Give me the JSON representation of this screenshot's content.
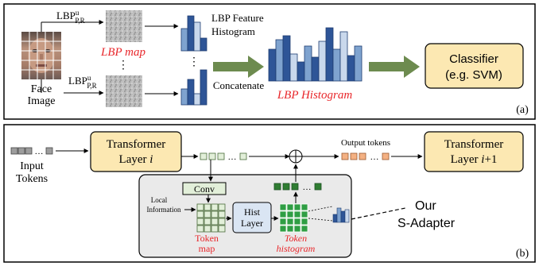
{
  "panel_a": {
    "lbp_op_top": "LBP",
    "lbp_op_top_sup": "u",
    "lbp_op_top_sub": "P,R",
    "lbp_op_bottom": "LBP",
    "lbp_op_bottom_sup": "u",
    "lbp_op_bottom_sub": "P,R",
    "lbp_map_label": "LBP map",
    "dots": "⋮",
    "hist_dots": "⋮",
    "feature_hist_line1": "LBP Feature",
    "feature_hist_line2": "Histogram",
    "face_label_line1": "Face",
    "face_label_line2": "Image",
    "concatenate_label": "Concatenate",
    "lbp_histogram_label": "LBP Histogram",
    "classifier_line1": "Classifier",
    "classifier_line2": "(e.g. SVM)",
    "panel_tag": "(a)"
  },
  "panel_b": {
    "input_tokens_line1": "Input",
    "input_tokens_line2": "Tokens",
    "transformer_left_line1": "Transformer",
    "transformer_left_line2_prefix": "Layer ",
    "transformer_left_line2_var": "i",
    "token_dots": "…",
    "token_dots_2": "…",
    "output_tokens_label": "Output tokens",
    "transformer_right_line1": "Transformer",
    "transformer_right_line2_prefix": "Layer ",
    "transformer_right_line2_var": "i",
    "transformer_right_line2_suffix": "+1",
    "conv_label": "Conv",
    "local_info_line1": "Local",
    "local_info_line2": "Information",
    "hist_layer_line1": "Hist",
    "hist_layer_line2": "Layer",
    "token_map_line1": "Token",
    "token_map_line2": "map",
    "token_hist_line1": "Token",
    "token_hist_line2": "histogram",
    "our_line1": "Our",
    "our_line2": "S-Adapter",
    "panel_tag": "(b)"
  },
  "colors": {
    "red_text": "#e8262a",
    "yellow_fill": "#fce8b2",
    "yellow_stroke": "#b0883a",
    "arrow_green": "#6d8b4f",
    "bar_dark": "#2e5597",
    "bar_mid": "#7fa3cf",
    "bar_light": "#c9d8ec",
    "token_green_light": "#e2efd9",
    "token_green_dark": "#2f7d32",
    "token_gray": "#9d9d9d",
    "token_orange": "#f4b183"
  }
}
